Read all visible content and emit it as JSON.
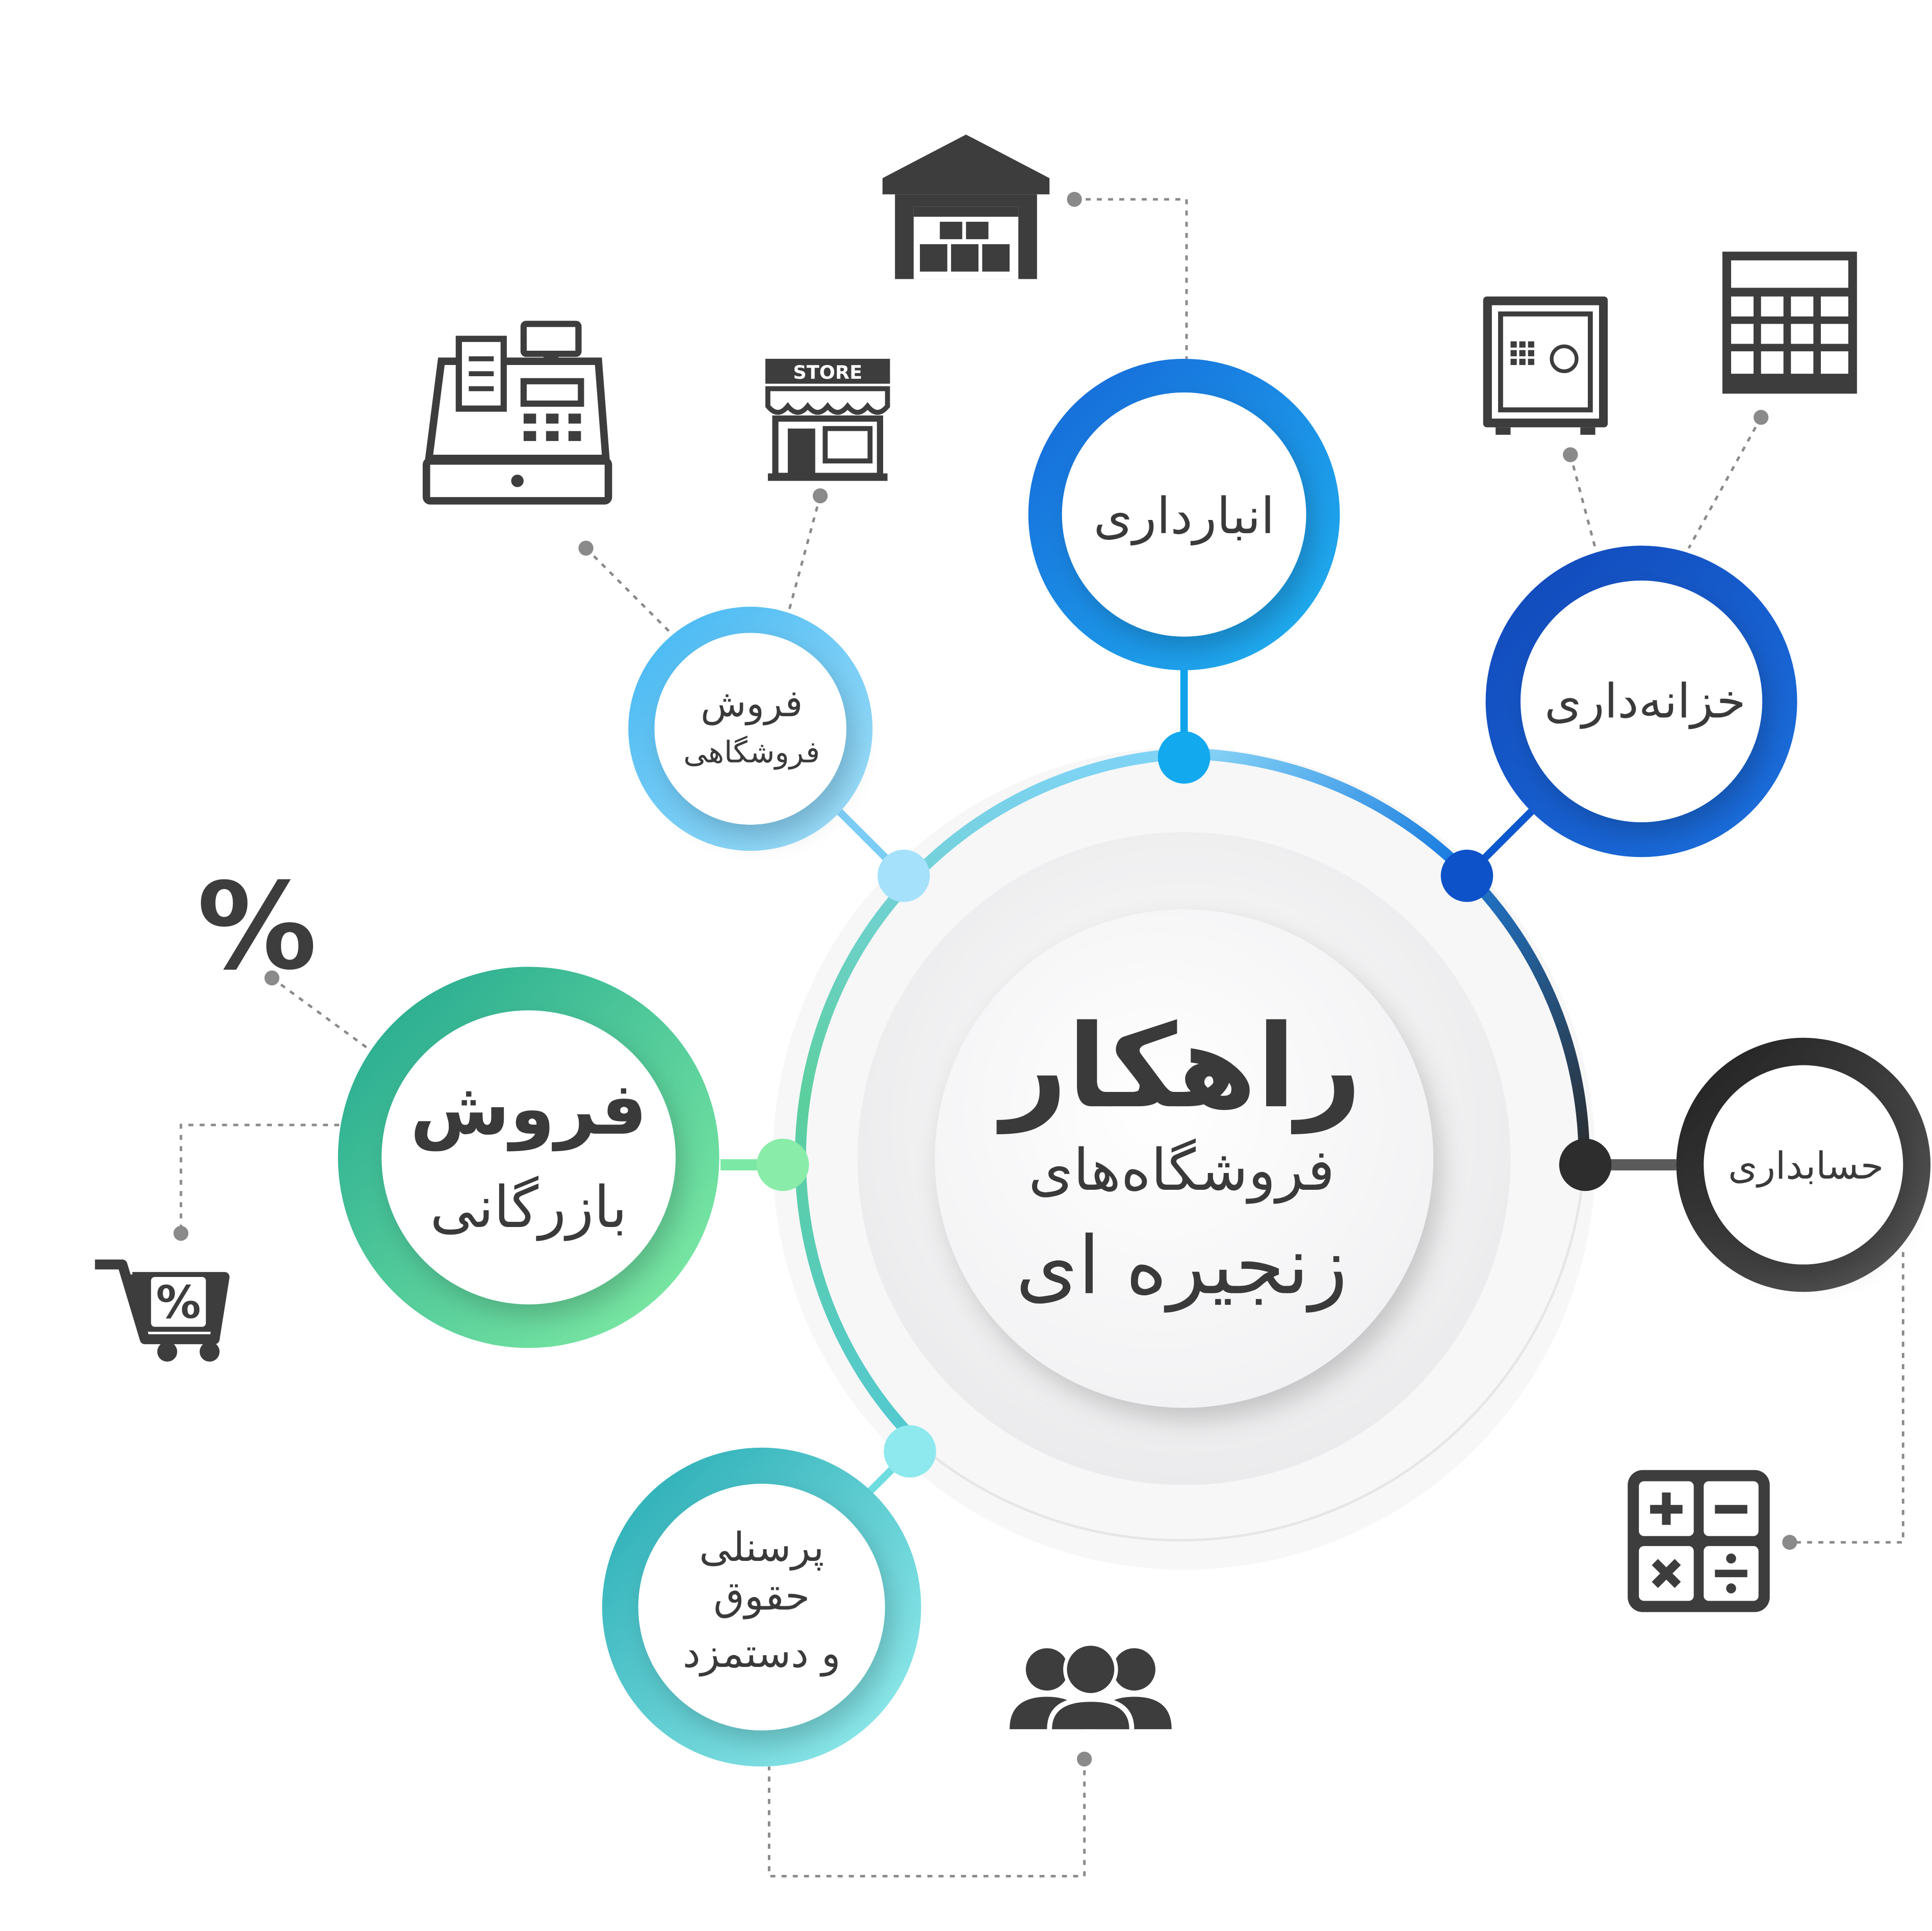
{
  "center": {
    "title": "راهکار",
    "line1": "فروشگاه‌های",
    "line2": "زنجیره ای"
  },
  "nodes": {
    "warehouse": {
      "label": "انبارداری",
      "color": "#0ea5e9"
    },
    "treasury": {
      "label": "خزانه‌داری",
      "color": "#0b5ccf"
    },
    "accounting": {
      "label": "حسابداری",
      "color": "#2e2e2e"
    },
    "store_sales": {
      "line1": "فروش",
      "line2": "فروشگاهی",
      "color": "#6fc7f5"
    },
    "commercial_sales": {
      "line1": "فروش",
      "line2": "بازرگانی",
      "color": "#62dd98"
    },
    "personnel": {
      "line1": "پرسنلی",
      "line2": "حقوق",
      "line3": "و دستمزد",
      "color": "#5fd6da"
    }
  },
  "icons": {
    "store_sign": "STORE",
    "percent": "%",
    "cart_percent": "%",
    "warehouse_icon": "warehouse-icon",
    "safe_icon": "safe-icon",
    "calendar_icon": "calendar-grid-icon",
    "cash_register_icon": "cash-register-icon",
    "store_icon": "store-icon",
    "calculator_icon": "calculator-icon",
    "team_icon": "team-icon"
  }
}
